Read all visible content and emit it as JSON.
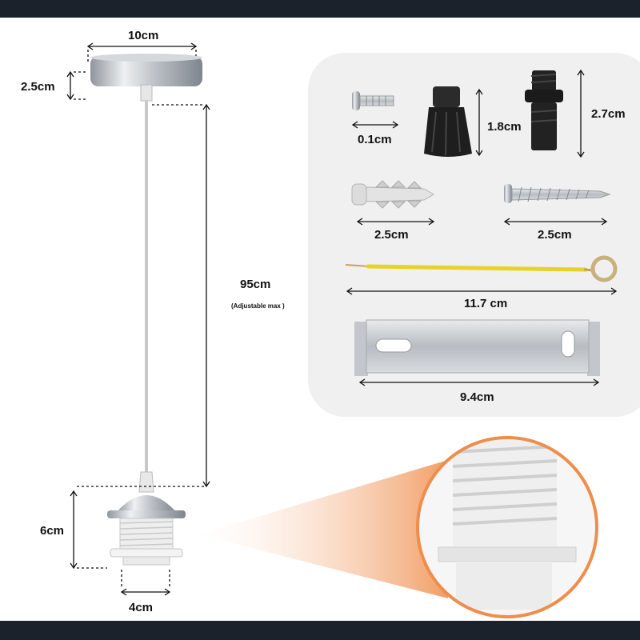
{
  "labels": {
    "ceiling_width": "10cm",
    "ceiling_height": "2.5cm",
    "cable_length": "95cm",
    "cable_note": "(Adjustable max )",
    "holder_height": "6cm",
    "holder_width": "4cm",
    "screw_size": "0.1cm",
    "grip_height": "1.8cm",
    "nipple_height": "2.7cm",
    "plug_length": "2.5cm",
    "wood_screw_length": "2.5cm",
    "earth_wire_length": "11.7 cm",
    "bracket_length": "9.4cm"
  },
  "colors": {
    "bars": "#1c222b",
    "panel": "#f0f0f0",
    "accent": "#ef8d4a",
    "wire": "#e7d22a"
  },
  "icons": [
    "ceiling-rose-icon",
    "lamp-holder-icon",
    "screw-icon",
    "cord-grip-icon",
    "nipple-icon",
    "wall-plug-icon",
    "wood-screw-icon",
    "earth-wire-icon",
    "mounting-bracket-icon",
    "zoom-detail-icon"
  ]
}
